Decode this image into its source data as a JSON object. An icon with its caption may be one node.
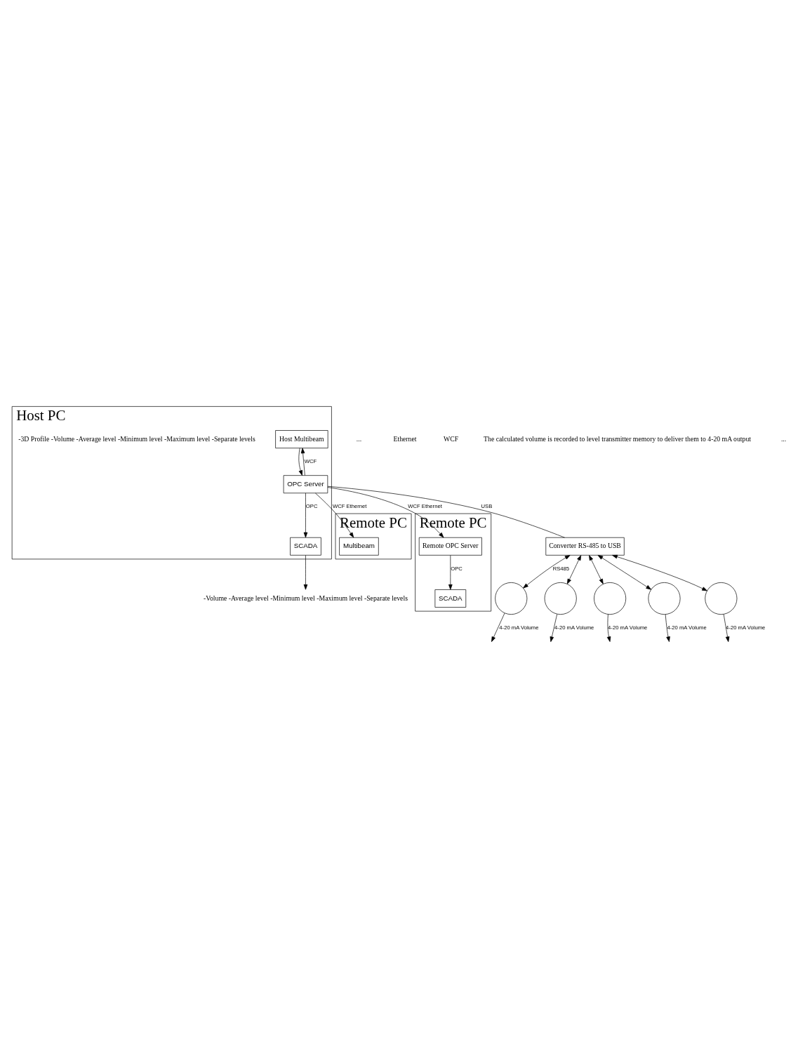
{
  "diagram": {
    "nodes": [
      {
        "text": [
          "Remote PC"
        ]
      },
      {
        "text": [
          "Multibeam"
        ],
        "in": 0
      },
      {
        "text": [
          "Remote PC"
        ]
      },
      {
        "text": [
          "SCADA"
        ],
        "in": 2
      },
      {
        "text": [
          "Remote OPC Server"
        ],
        "in": 2
      },
      {
        "text": [
          "Host PC"
        ]
      },
      {
        "text": [
          "Host Multibeam"
        ],
        "in": 5
      },
      {
        "text": [
          "OPC Server"
        ],
        "in": 5
      },
      {
        "text": [
          "SCADA"
        ],
        "in": 5
      },
      {
        "text": [
          "Converter RS-485 to USB"
        ]
      },
      {
        "text": [
          "-Volume -Average level -Minimum level -Maximum level -Separate levels"
        ]
      },
      {
        "text": [],
        "shape": "circle"
      },
      {
        "text": [],
        "shape": "circle"
      },
      {
        "text": [],
        "shape": "circle"
      },
      {
        "text": [],
        "shape": "circle"
      },
      {
        "text": [],
        "shape": "circle"
      }
    ],
    "edges": [
      {
        "from": 4,
        "to": 3,
        "arrow": "to",
        "label": "OPC"
      },
      {
        "from": 7,
        "to": 1,
        "arrow": "to",
        "label": "WCF Ethernet"
      },
      {
        "from": 7,
        "to": 4,
        "arrow": "to",
        "label": "WCF Ethernet"
      },
      {
        "from": 7,
        "to": 6,
        "arrow": "to",
        "label": "WCF"
      },
      {
        "from": 6,
        "to": 7,
        "arrow": "to"
      },
      {
        "from": 7,
        "to": 8,
        "arrow": "to",
        "label": "OPC"
      },
      {
        "from": 8,
        "to": 10,
        "arrow": "to"
      },
      {
        "from": 7,
        "to": 9,
        "arrow": "none",
        "label": "USB"
      },
      {
        "from": 9,
        "to": 11,
        "arrow": "both",
        "label": "RS485"
      },
      {
        "from": 9,
        "to": 12,
        "arrow": "both"
      },
      {
        "from": 9,
        "to": 13,
        "arrow": "both"
      },
      {
        "from": 9,
        "to": 14,
        "arrow": "both"
      },
      {
        "from": 9,
        "to": 15,
        "arrow": "both"
      },
      {
        "from": 11,
        "to": null,
        "arrow": "to",
        "label": "4-20 mA Volume"
      },
      {
        "from": 12,
        "to": null,
        "arrow": "to",
        "label": "4-20 mA Volume"
      },
      {
        "from": 13,
        "to": null,
        "arrow": "to",
        "label": "4-20 mA Volume"
      },
      {
        "from": 14,
        "to": null,
        "arrow": "to",
        "label": "4-20 mA Volume"
      },
      {
        "from": 15,
        "to": null,
        "arrow": "to",
        "label": "4-20 mA Volume"
      }
    ],
    "labels": [
      "...",
      "-3D Profile -Volume -Average level -Minimum level -Maximum level -Separate levels",
      "Ethernet",
      "WCF",
      "The calculated volume is recorded to level transmitter memory to deliver them to 4-20 mA output",
      "..."
    ]
  }
}
